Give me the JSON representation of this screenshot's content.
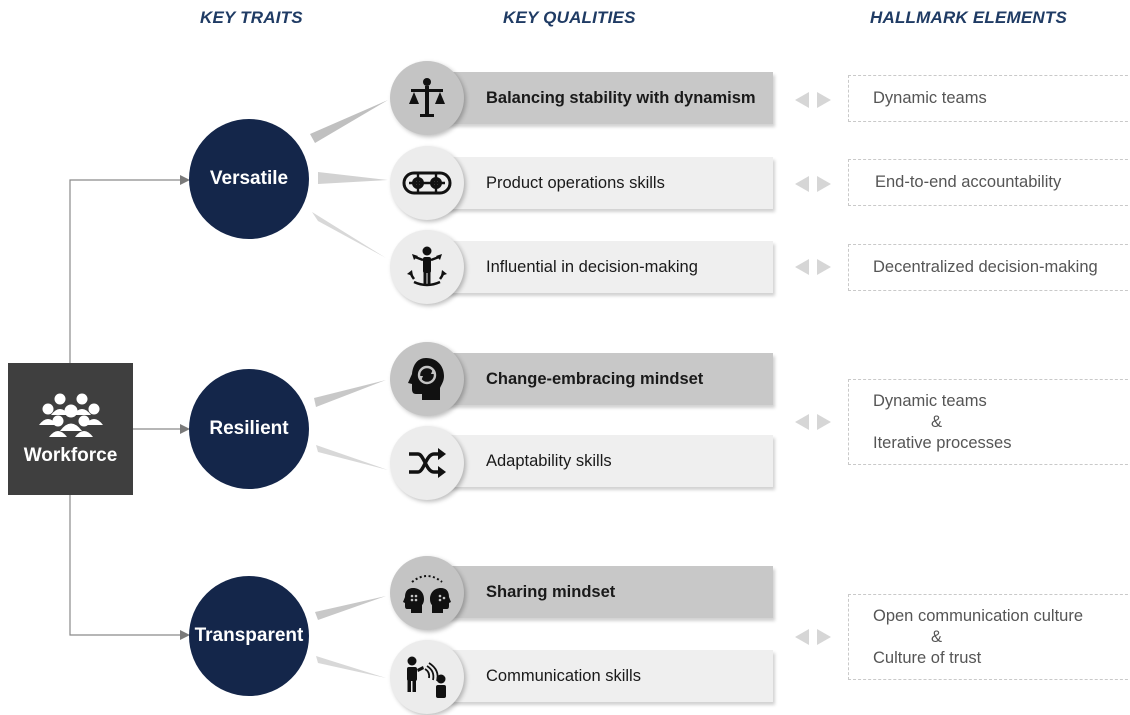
{
  "headers": {
    "traits": "KEY TRAITS",
    "qualities": "KEY QUALITIES",
    "hallmarks": "HALLMARK ELEMENTS"
  },
  "workforce": {
    "label": "Workforce",
    "icon": "people-group-icon"
  },
  "traits": [
    {
      "label": "Versatile"
    },
    {
      "label": "Resilient"
    },
    {
      "label": "Transparent"
    }
  ],
  "qualities": [
    {
      "label": "Balancing stability with dynamism",
      "icon": "scales-icon"
    },
    {
      "label": "Product operations skills",
      "icon": "gears-conveyor-icon"
    },
    {
      "label": "Influential in decision-making",
      "icon": "person-arrows-icon"
    },
    {
      "label": "Change-embracing mindset",
      "icon": "head-cycle-icon"
    },
    {
      "label": "Adaptability skills",
      "icon": "shuffle-icon"
    },
    {
      "label": "Sharing mindset",
      "icon": "heads-sharing-icon"
    },
    {
      "label": "Communication skills",
      "icon": "people-talking-icon"
    }
  ],
  "hallmarks": [
    {
      "lines": [
        "Dynamic teams"
      ]
    },
    {
      "lines": [
        "End-to-end accountability"
      ]
    },
    {
      "lines": [
        "Decentralized decision-making"
      ]
    },
    {
      "lines": [
        "Dynamic teams",
        "&",
        "Iterative processes"
      ]
    },
    {
      "lines": [
        "Open communication culture",
        "&",
        "Culture of trust"
      ]
    }
  ],
  "colors": {
    "navy": "#14264a",
    "header": "#1f3b64",
    "workforce_bg": "#3f3f3f",
    "bar_light": "#efefef",
    "bar_dark": "#c8c8c8"
  }
}
